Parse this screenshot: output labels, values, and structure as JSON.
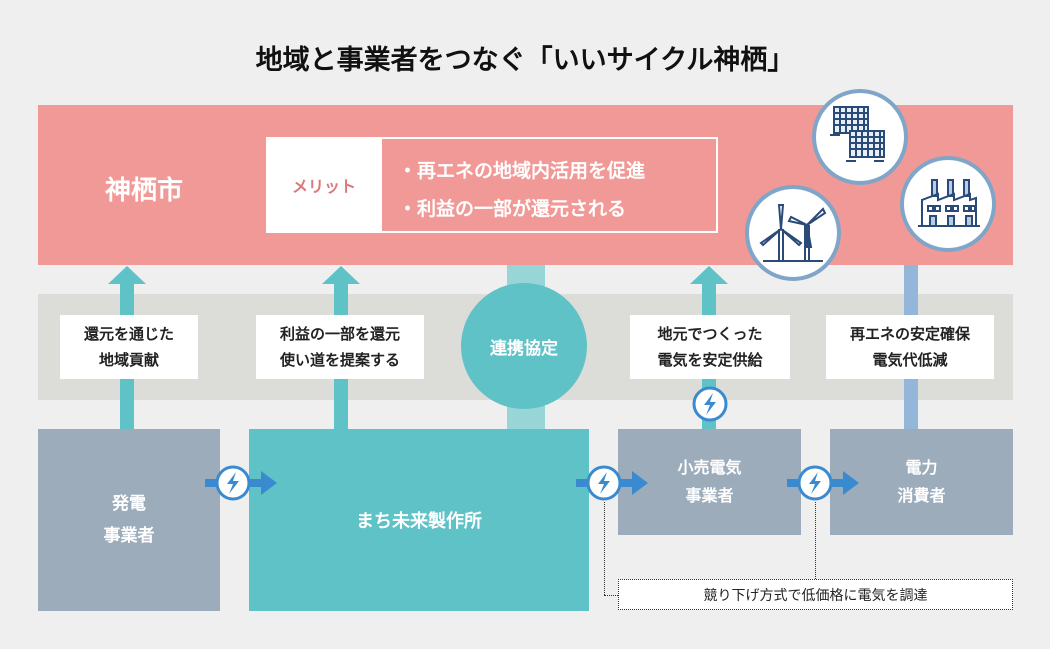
{
  "title": "地域と事業者をつなぐ「いいサイクル神栖」",
  "city": {
    "name": "神栖市",
    "merit_label": "メリット",
    "merits": [
      "・再エネの地域内活用を促進",
      "・利益の一部が還元される"
    ]
  },
  "icons": [
    "solar-panel-icon",
    "wind-turbine-icon",
    "factory-icon"
  ],
  "flow_labels": [
    {
      "line1": "還元を通じた",
      "line2": "地域貢献"
    },
    {
      "line1": "利益の一部を還元",
      "line2": "使い道を提案する"
    },
    {
      "line1": "地元でつくった",
      "line2": "電気を安定供給"
    },
    {
      "line1": "再エネの安定確保",
      "line2": "電気代低減"
    }
  ],
  "agreement": "連携協定",
  "actors": {
    "generator": {
      "line1": "発電",
      "line2": "事業者"
    },
    "factory": "まち未来製作所",
    "retailer": {
      "line1": "小売電気",
      "line2": "事業者"
    },
    "consumer": {
      "line1": "電力",
      "line2": "消費者"
    }
  },
  "note": "競り下げ方式で低価格に電気を調達",
  "colors": {
    "city": "#f09996",
    "teal": "#5ec2c6",
    "slate": "#9cacbb",
    "band": "#dcdcd8",
    "electric_blue": "#3a8ad0"
  }
}
